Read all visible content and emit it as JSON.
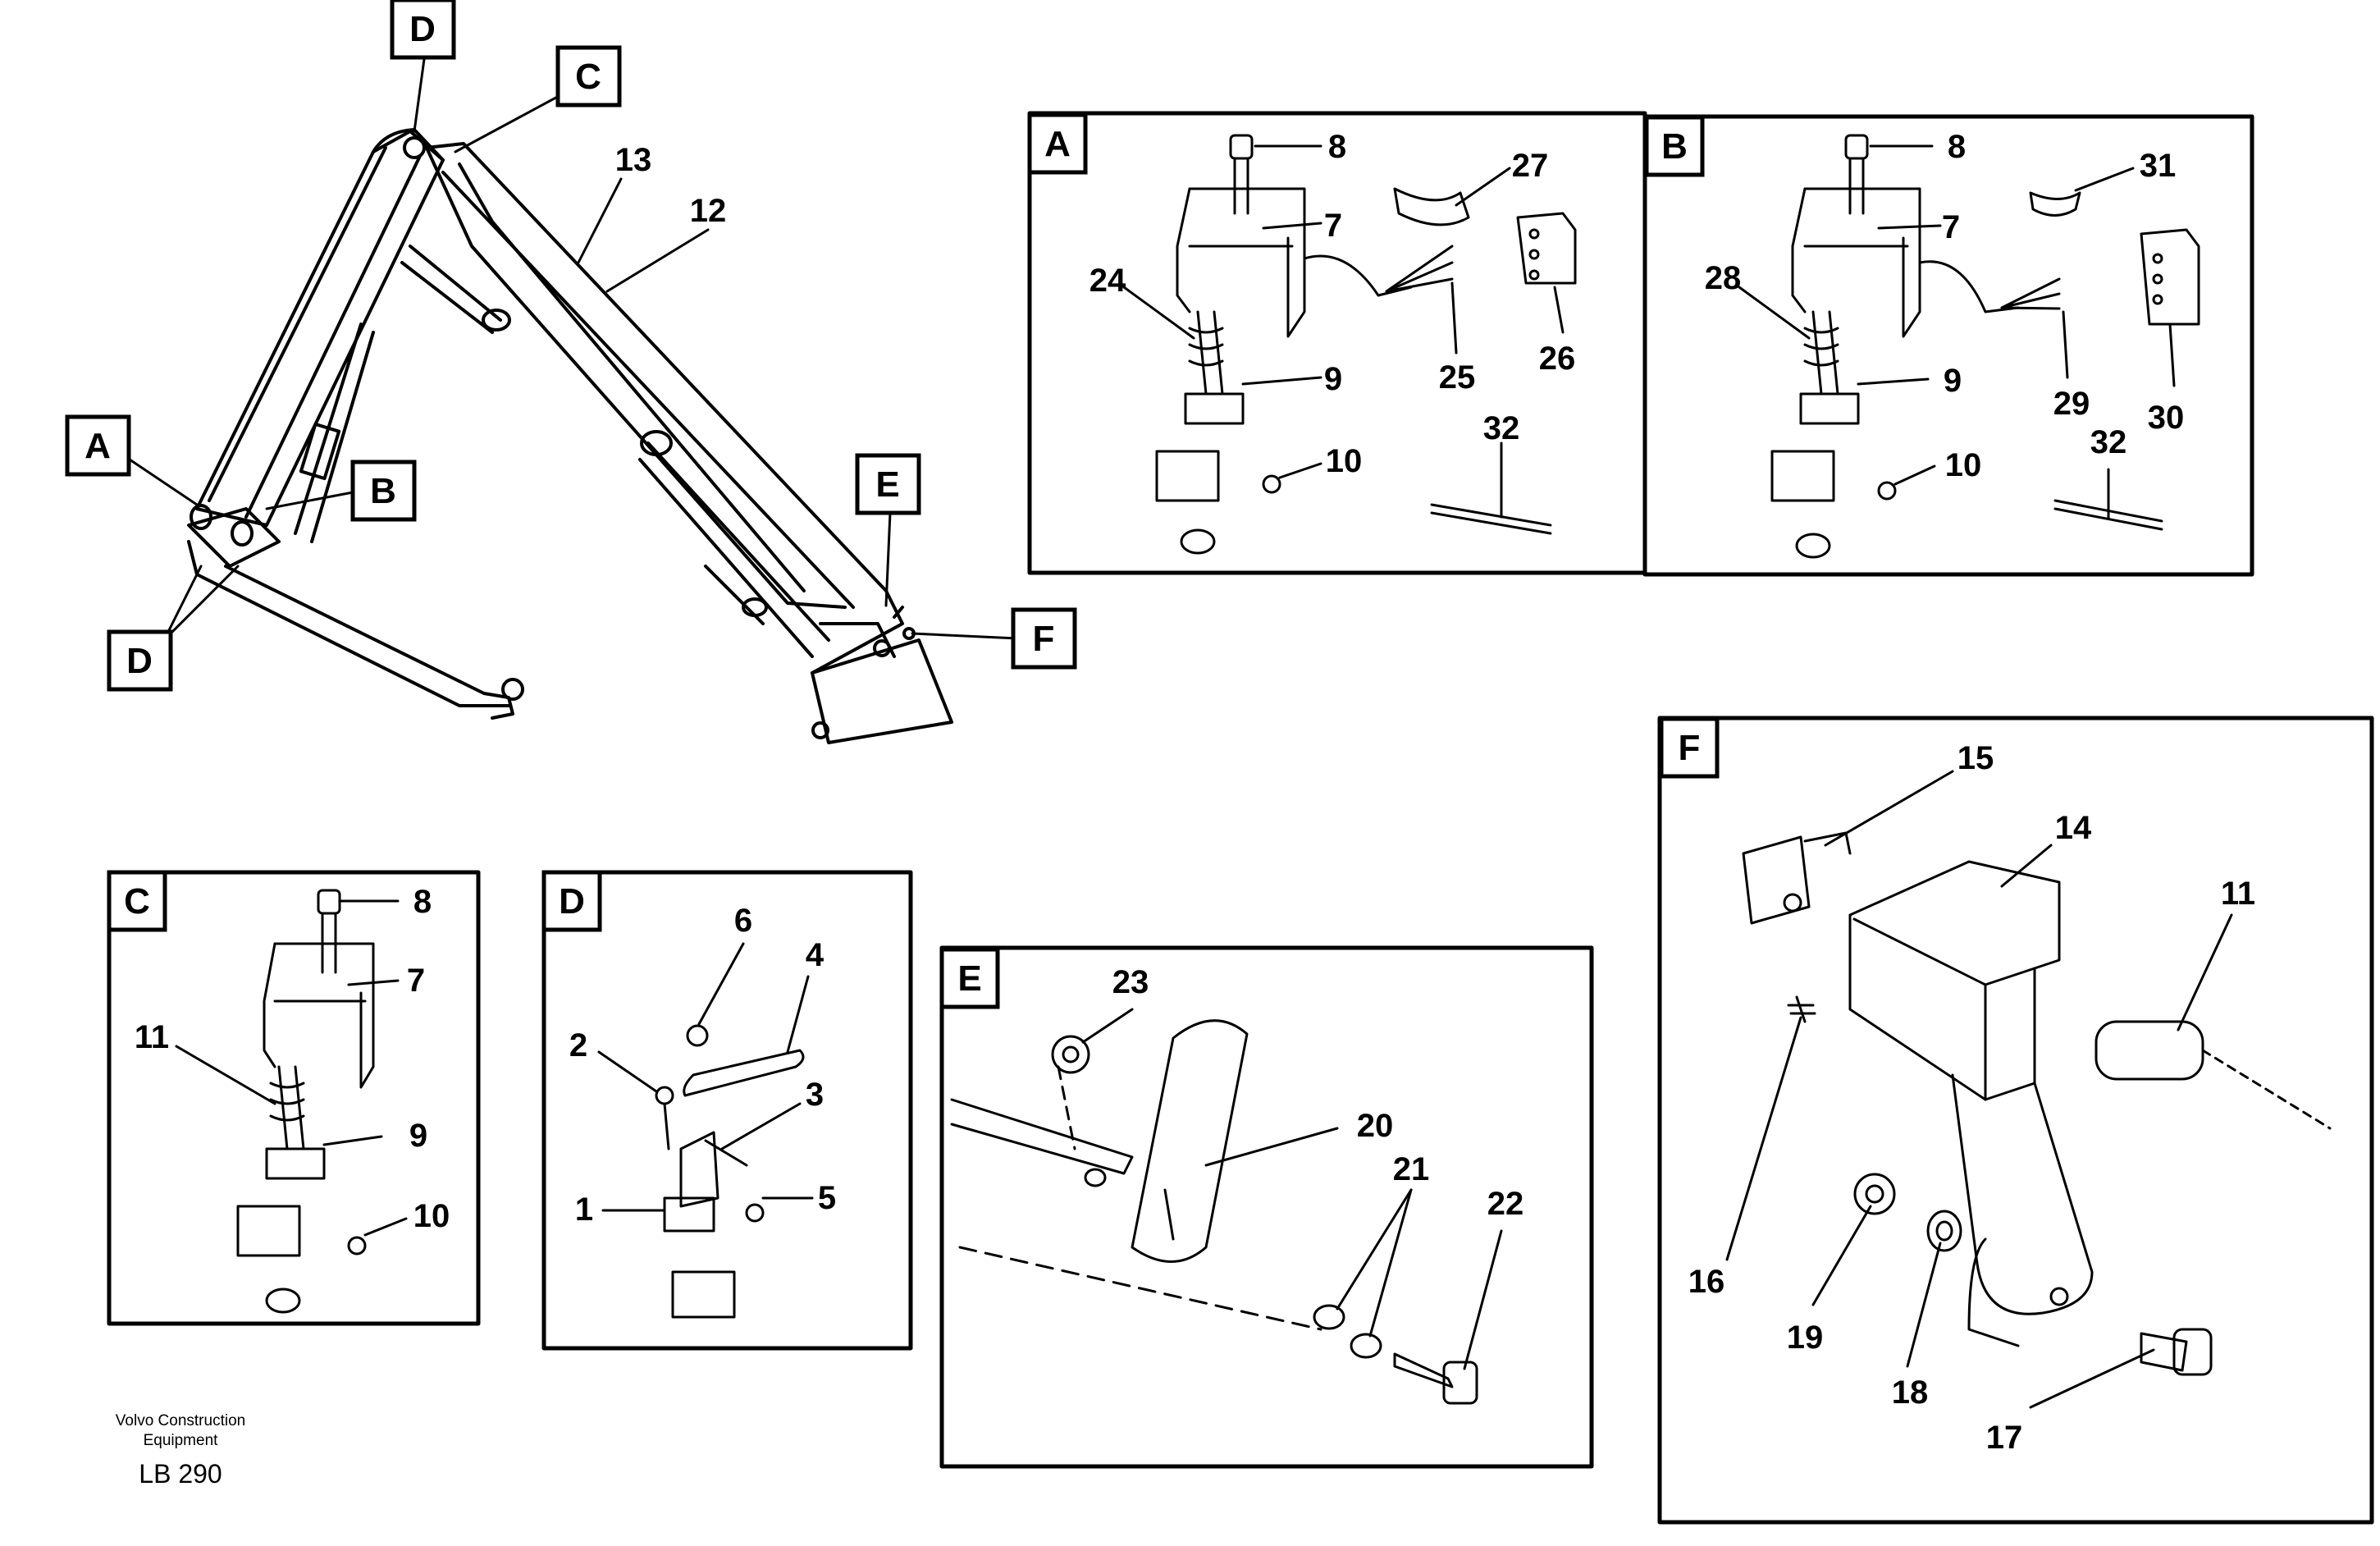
{
  "diagram": {
    "callouts": {
      "main_D_top": "D",
      "main_C": "C",
      "main_A": "A",
      "main_B": "B",
      "main_D_bottom": "D",
      "main_E": "E",
      "main_F": "F"
    },
    "main_parts": [
      "13",
      "12"
    ],
    "panels": {
      "A": {
        "label": "A",
        "parts": [
          "8",
          "7",
          "27",
          "24",
          "26",
          "25",
          "9",
          "32",
          "10"
        ]
      },
      "B": {
        "label": "B",
        "parts": [
          "8",
          "31",
          "7",
          "28",
          "9",
          "29",
          "30",
          "32",
          "10"
        ]
      },
      "C": {
        "label": "C",
        "parts": [
          "8",
          "7",
          "11",
          "9",
          "10"
        ]
      },
      "D": {
        "label": "D",
        "parts": [
          "6",
          "4",
          "2",
          "3",
          "5",
          "1"
        ]
      },
      "E": {
        "label": "E",
        "parts": [
          "23",
          "20",
          "21",
          "22"
        ]
      },
      "F": {
        "label": "F",
        "parts": [
          "15",
          "14",
          "11",
          "16",
          "19",
          "18",
          "17"
        ]
      }
    }
  },
  "footer": {
    "company_line1": "Volvo Construction",
    "company_line2": "Equipment",
    "code": "LB 290"
  }
}
